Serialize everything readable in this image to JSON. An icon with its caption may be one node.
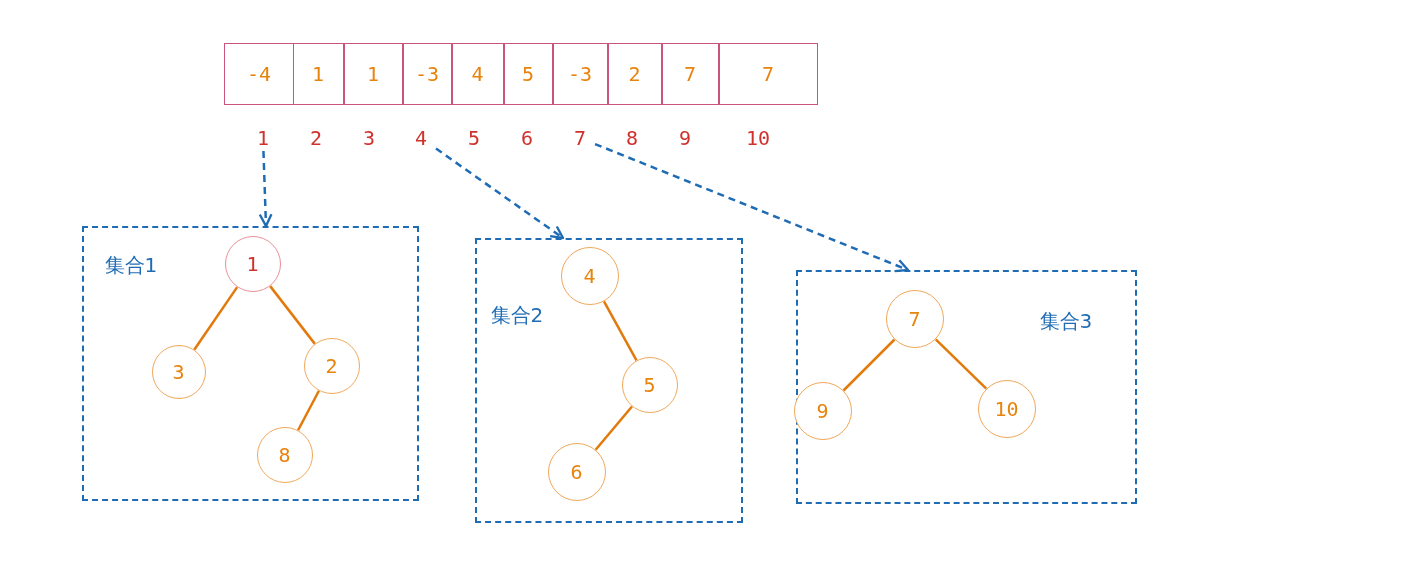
{
  "diagram": {
    "nodes": [
      {
        "text": [
          "-4"
        ]
      },
      {
        "text": [
          "1"
        ]
      },
      {
        "text": [
          "1"
        ]
      },
      {
        "text": [
          "-3"
        ]
      },
      {
        "text": [
          "4"
        ]
      },
      {
        "text": [
          "5"
        ]
      },
      {
        "text": [
          "-3"
        ]
      },
      {
        "text": [
          "2"
        ]
      },
      {
        "text": [
          "7"
        ]
      },
      {
        "text": [
          "7"
        ]
      },
      {
        "text": [
          "1"
        ]
      },
      {
        "text": [
          "4"
        ]
      },
      {
        "text": [
          "7"
        ]
      },
      {
        "text": [
          "集合1"
        ]
      },
      {
        "text": [
          "1"
        ],
        "in": 13
      },
      {
        "text": [
          "3"
        ],
        "in": 13
      },
      {
        "text": [
          "2"
        ],
        "in": 13
      },
      {
        "text": [
          "8"
        ],
        "in": 13
      },
      {
        "text": [
          "集合2"
        ]
      },
      {
        "text": [
          "4"
        ],
        "in": 18
      },
      {
        "text": [
          "5"
        ],
        "in": 18
      },
      {
        "text": [
          "6"
        ],
        "in": 18
      },
      {
        "text": [
          "集合3"
        ]
      },
      {
        "text": [
          "7"
        ],
        "in": 22
      },
      {
        "text": [
          "9"
        ],
        "in": 22
      },
      {
        "text": [
          "10"
        ],
        "in": 22
      }
    ],
    "edges": [
      {
        "from": 10,
        "to": 13,
        "arrow": "to",
        "style": "dashed",
        "color": "#1f6cb5"
      },
      {
        "from": 11,
        "to": 18,
        "arrow": "to",
        "style": "dashed",
        "color": "#1f6cb5"
      },
      {
        "from": 12,
        "to": 22,
        "arrow": "to",
        "style": "dashed",
        "color": "#1f6cb5"
      },
      {
        "from": 14,
        "to": 15,
        "arrow": "none"
      },
      {
        "from": 14,
        "to": 16,
        "arrow": "none"
      },
      {
        "from": 16,
        "to": 17,
        "arrow": "none"
      },
      {
        "from": 19,
        "to": 20,
        "arrow": "none"
      },
      {
        "from": 20,
        "to": 21,
        "arrow": "none"
      },
      {
        "from": 23,
        "to": 24,
        "arrow": "none"
      },
      {
        "from": 23,
        "to": 25,
        "arrow": "none"
      }
    ],
    "labels": [
      "2",
      "3",
      "5",
      "6",
      "8",
      "9",
      "10"
    ]
  }
}
